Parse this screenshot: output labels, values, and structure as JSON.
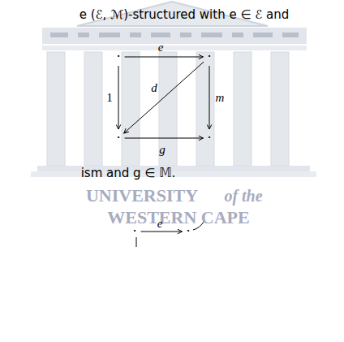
{
  "diagram": {
    "nodes": [
      {
        "text": [
          "·"
        ]
      },
      {
        "text": [
          "·"
        ]
      },
      {
        "text": [
          "·"
        ]
      },
      {
        "text": [
          "·"
        ]
      },
      {
        "text": [
          "·"
        ]
      },
      {
        "text": [
          "·"
        ]
      }
    ],
    "edges": [
      {
        "from": 0,
        "to": 1,
        "label": "e",
        "arrow": "to"
      },
      {
        "from": 0,
        "to": 2,
        "label": "1",
        "arrow": "to"
      },
      {
        "from": 1,
        "to": 3,
        "label": "m",
        "arrow": "to"
      },
      {
        "from": 1,
        "to": 2,
        "label": "d",
        "arrow": "to"
      },
      {
        "from": 2,
        "to": 3,
        "label": "g",
        "arrow": "to"
      },
      {
        "from": 4,
        "to": 5,
        "label": "e",
        "arrow": "to"
      }
    ],
    "labels": [
      "e (ℰ, ℳ)-structured with e ∈ ℰ and",
      "ism and g ∈ 𝕄.",
      "UNIVERSITY",
      "of the",
      "WESTERN CAPE"
    ]
  }
}
